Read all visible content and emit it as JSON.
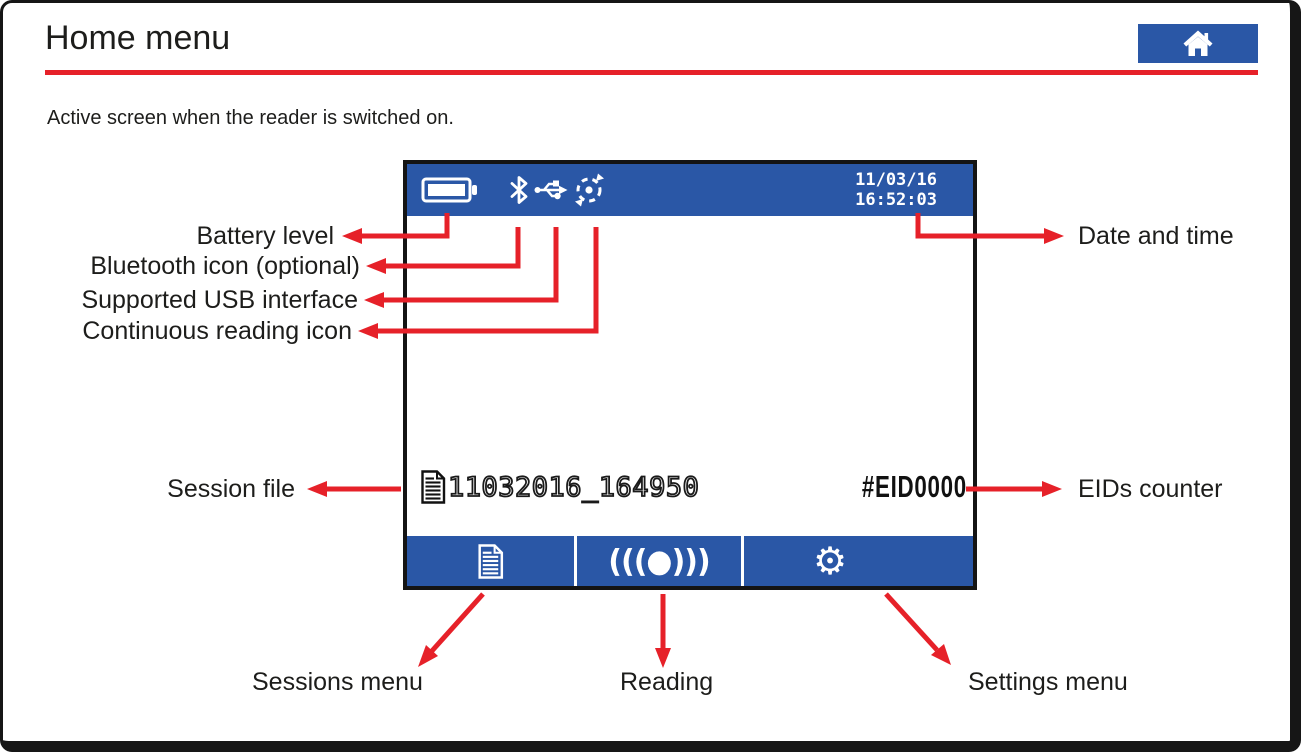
{
  "header": {
    "title": "Home menu"
  },
  "intro": "Active screen when the reader is switched on.",
  "colors": {
    "accent_blue": "#2a57a6",
    "arrow_red": "#e62129",
    "screen_border": "#141414",
    "ink": "#1d1d1b"
  },
  "screen": {
    "status_bar": {
      "date": "11/03/16",
      "time": "16:52:03",
      "icons": [
        "battery-icon",
        "bluetooth-icon",
        "usb-icon",
        "continuous-reading-icon"
      ]
    },
    "session_row": {
      "icon": "document-icon",
      "file_name": "11032016_164950",
      "eid_counter": "#EID0000"
    },
    "bottom_bar": {
      "sessions_icon": "document-icon",
      "reading_glyph": "(((●)))",
      "settings_glyph": "⚙"
    }
  },
  "callouts": {
    "battery": "Battery level",
    "bluetooth": "Bluetooth icon (optional)",
    "usb": "Supported USB interface",
    "continuous": "Continuous reading icon",
    "datetime": "Date and time",
    "session_file": "Session file",
    "eids": "EIDs counter",
    "sessions_menu": "Sessions menu",
    "reading": "Reading",
    "settings_menu": "Settings menu"
  }
}
